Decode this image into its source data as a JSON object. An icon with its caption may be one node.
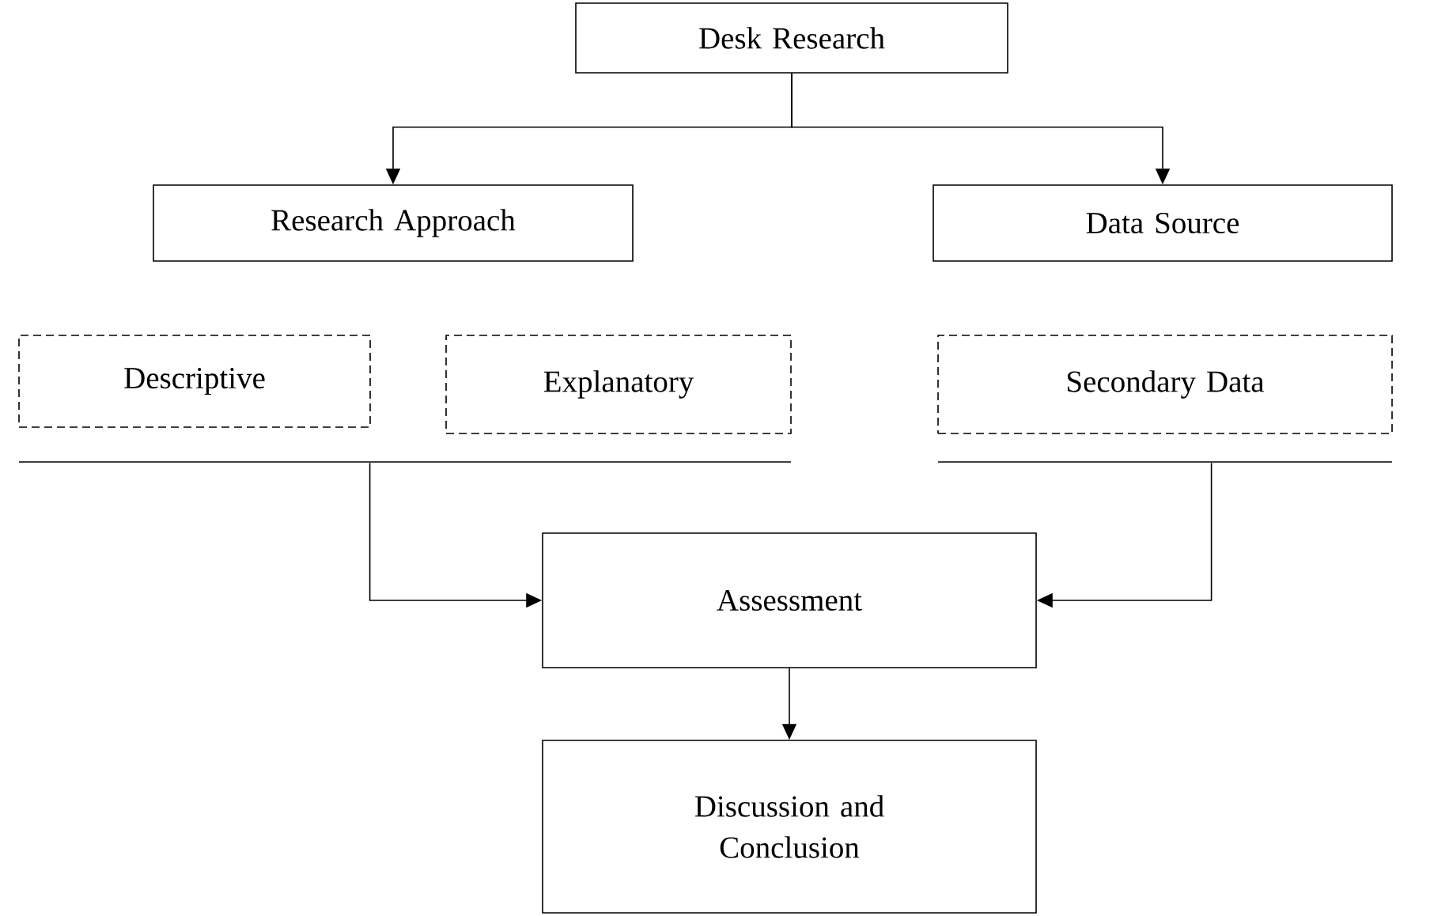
{
  "diagram": {
    "nodes": [
      {
        "text": [
          "Desk Research"
        ]
      },
      {
        "text": [
          "Research Approach"
        ]
      },
      {
        "text": [
          "Data Source"
        ]
      },
      {
        "text": [
          "Descriptive"
        ]
      },
      {
        "text": [
          "Explanatory"
        ]
      },
      {
        "text": [
          "Secondary Data"
        ]
      },
      {
        "text": [],
        "shape": "bar"
      },
      {
        "text": [],
        "shape": "bar"
      },
      {
        "text": [
          "Assessment"
        ]
      },
      {
        "text": [
          "Discussion and Conclusion"
        ]
      }
    ],
    "edges": [
      {
        "from": 0,
        "to": 1,
        "arrow": "to"
      },
      {
        "from": 0,
        "to": 2,
        "arrow": "to"
      },
      {
        "from": 6,
        "to": 8,
        "arrow": "to"
      },
      {
        "from": 7,
        "to": 8,
        "arrow": "to"
      },
      {
        "from": 8,
        "to": 9,
        "arrow": "to"
      }
    ]
  }
}
